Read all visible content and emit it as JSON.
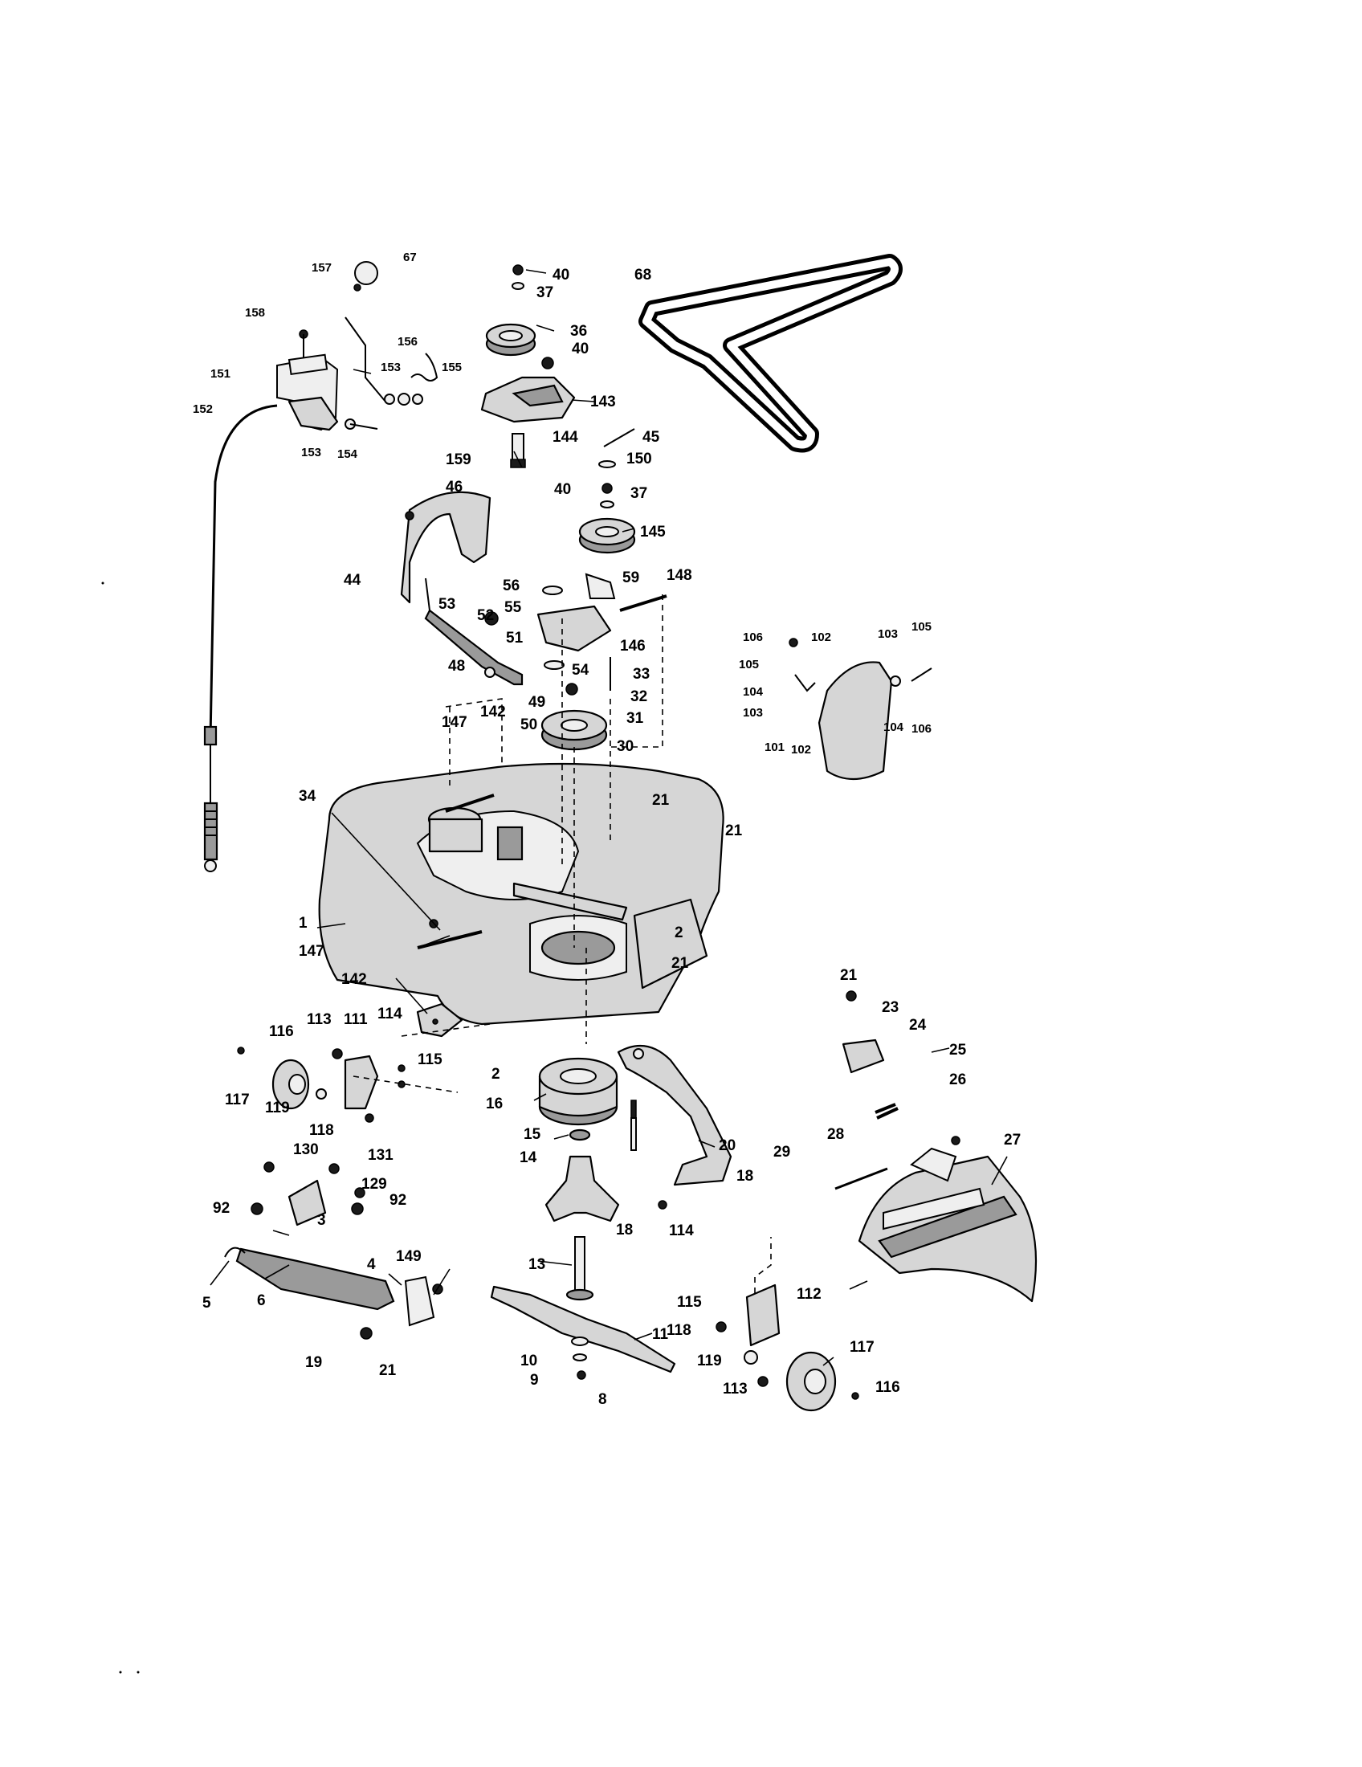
{
  "diagram": {
    "title": "",
    "callouts": {
      "c1": "1",
      "c2a": "2",
      "c2b": "2",
      "c3": "3",
      "c4": "4",
      "c5": "5",
      "c6": "6",
      "c8": "8",
      "c9": "9",
      "c10": "10",
      "c11": "11",
      "c13": "13",
      "c14": "14",
      "c15": "15",
      "c16": "16",
      "c18a": "18",
      "c18b": "18",
      "c19": "19",
      "c20": "20",
      "c21a": "21",
      "c21b": "21",
      "c21c": "21",
      "c21d": "21",
      "c21e": "21",
      "c23": "23",
      "c24": "24",
      "c25": "25",
      "c26": "26",
      "c27": "27",
      "c28": "28",
      "c29": "29",
      "c30": "30",
      "c31": "31",
      "c32": "32",
      "c33": "33",
      "c34": "34",
      "c36": "36",
      "c37a": "37",
      "c37b": "37",
      "c40a": "40",
      "c40b": "40",
      "c40c": "40",
      "c44": "44",
      "c45": "45",
      "c46": "46",
      "c48": "48",
      "c49": "49",
      "c50": "50",
      "c51": "51",
      "c52": "52",
      "c53": "53",
      "c54": "54",
      "c55": "55",
      "c56": "56",
      "c59": "59",
      "c67": "67",
      "c68": "68",
      "c92a": "92",
      "c92b": "92",
      "c101": "101",
      "c102a": "102",
      "c102b": "102",
      "c103a": "103",
      "c103b": "103",
      "c104a": "104",
      "c104b": "104",
      "c105a": "105",
      "c105b": "105",
      "c106a": "106",
      "c106b": "106",
      "c111": "111",
      "c112": "112",
      "c113a": "113",
      "c113b": "113",
      "c114a": "114",
      "c114b": "114",
      "c115a": "115",
      "c115b": "115",
      "c116a": "116",
      "c116b": "116",
      "c117a": "117",
      "c117b": "117",
      "c118a": "118",
      "c118b": "118",
      "c119a": "119",
      "c119b": "119",
      "c129": "129",
      "c130": "130",
      "c131": "131",
      "c142a": "142",
      "c142b": "142",
      "c143": "143",
      "c144": "144",
      "c145": "145",
      "c146": "146",
      "c147a": "147",
      "c147b": "147",
      "c148": "148",
      "c149": "149",
      "c150": "150",
      "c151": "151",
      "c152": "152",
      "c153a": "153",
      "c153b": "153",
      "c154": "154",
      "c155": "155",
      "c156": "156",
      "c157": "157",
      "c158": "158",
      "c159": "159"
    }
  }
}
